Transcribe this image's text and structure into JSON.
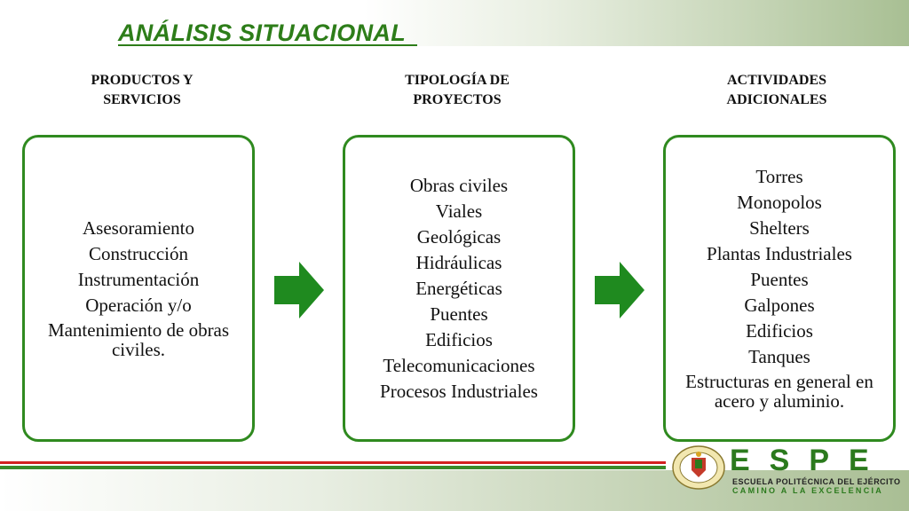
{
  "title": "ANÁLISIS SITUACIONAL",
  "columns": [
    {
      "heading_line1": "PRODUCTOS Y",
      "heading_line2": "SERVICIOS",
      "items": [
        "Asesoramiento",
        "Construcción",
        "Instrumentación",
        "Operación y/o",
        "Mantenimiento de obras civiles."
      ]
    },
    {
      "heading_line1": "TIPOLOGÍA DE",
      "heading_line2": "PROYECTOS",
      "items": [
        "Obras civiles",
        "Viales",
        "Geológicas",
        "Hidráulicas",
        "Energéticas",
        "Puentes",
        "Edificios",
        "Telecomunicaciones",
        "Procesos Industriales"
      ]
    },
    {
      "heading_line1": "ACTIVIDADES",
      "heading_line2": "ADICIONALES",
      "items": [
        "Torres",
        "Monopolos",
        "Shelters",
        "Plantas Industriales",
        "Puentes",
        "Galpones",
        "Edificios",
        "Tanques",
        "Estructuras en general en acero y aluminio."
      ]
    }
  ],
  "footer": {
    "logo_letters": "ESPE",
    "line1": "ESCUELA POLITÉCNICA DEL EJÉRCITO",
    "line2": "CAMINO A LA EXCELENCIA"
  },
  "colors": {
    "accent_green": "#2d7d19",
    "arrow_green": "#1f8a1f",
    "box_border": "#2f8a1f",
    "line_red": "#d32020"
  }
}
